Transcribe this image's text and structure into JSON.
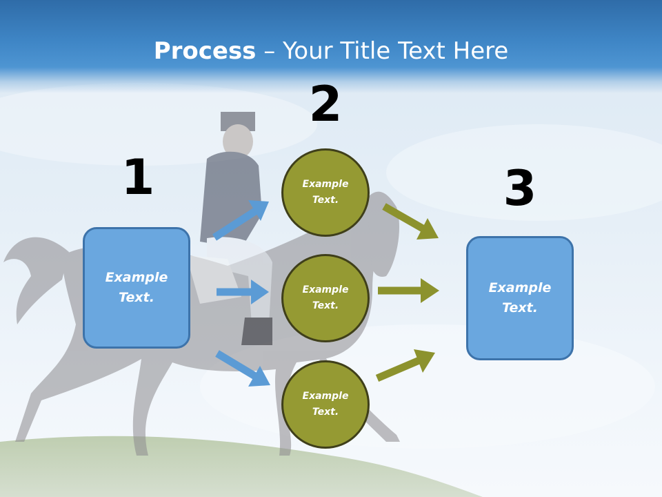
{
  "title": {
    "bold": "Process",
    "rest": " – Your Title Text Here"
  },
  "steps": {
    "one": {
      "number": "1",
      "box_text": "Example Text."
    },
    "two": {
      "number": "2",
      "circles": [
        "Example Text.",
        "Example Text.",
        "Example Text."
      ]
    },
    "three": {
      "number": "3",
      "box_text": "Example Text."
    }
  },
  "colors": {
    "header_blue": "#3f86c6",
    "box_blue": "#6aa7df",
    "box_border": "#3d73aa",
    "circle_olive": "#959a33",
    "arrow_blue": "#5b9bd5",
    "arrow_olive": "#8c922d"
  }
}
